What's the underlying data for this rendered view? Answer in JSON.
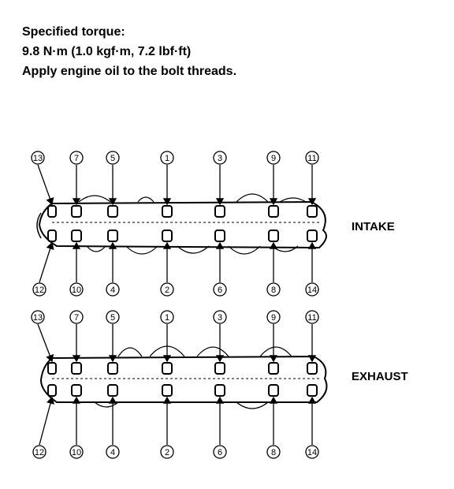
{
  "header": {
    "line1": "Specified torque:",
    "line2": "9.8 N·m (1.0 kgf·m, 7.2 lbf·ft)",
    "line3": "Apply engine oil to the bolt threads."
  },
  "intake": {
    "label": "INTAKE",
    "top_numbers": [
      "13",
      "7",
      "5",
      "1",
      "3",
      "9",
      "11"
    ],
    "bottom_numbers": [
      "12",
      "10",
      "4",
      "2",
      "6",
      "8",
      "14"
    ]
  },
  "exhaust": {
    "label": "EXHAUST",
    "top_numbers": [
      "13",
      "7",
      "5",
      "1",
      "3",
      "9",
      "11"
    ],
    "bottom_numbers": [
      "12",
      "10",
      "4",
      "2",
      "6",
      "8",
      "14"
    ]
  }
}
